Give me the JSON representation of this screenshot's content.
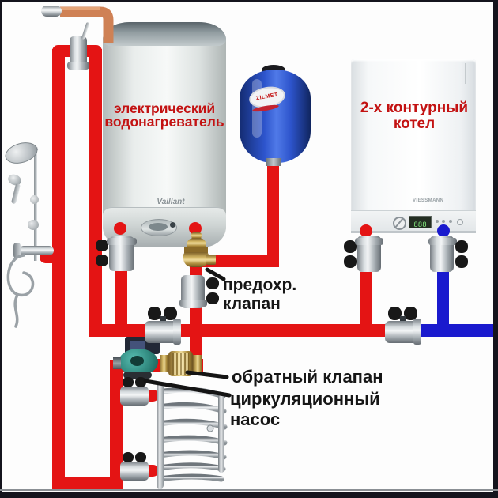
{
  "heater": {
    "label_line1": "электрический",
    "label_line2": "водонагреватель",
    "brand": "Vaillant"
  },
  "boiler": {
    "label_line1": "2-х контурный",
    "label_line2": "котел",
    "brand": "VIESSMANN",
    "display": "888"
  },
  "tank": {
    "brand": "ZILMET"
  },
  "annotations": {
    "safety_valve_line1": "предохр.",
    "safety_valve_line2": "клапан",
    "check_valve": "обратный клапан",
    "pump_line1": "циркуляционный",
    "pump_line2": "насос"
  },
  "colors": {
    "hot_pipe_red": "#e41414",
    "cold_pipe_blue": "#1a1ace",
    "faucet_supply_orange": "#cf8155",
    "tank_blue": "#2d54cc",
    "brass": "#c9a94f",
    "label_red": "#c31212",
    "label_black": "#161616",
    "frame_dark": "#14141d"
  }
}
